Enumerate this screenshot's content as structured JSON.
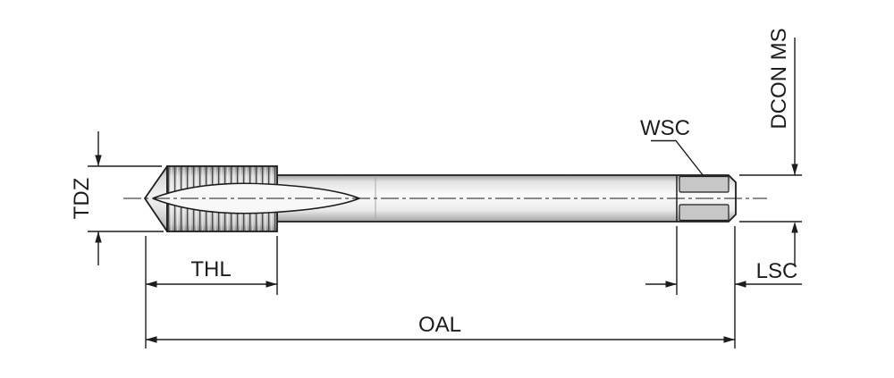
{
  "diagram": {
    "labels": {
      "tdz": "TDZ",
      "thl": "THL",
      "oal": "OAL",
      "wsc": "WSC",
      "dcon_ms": "DCON MS",
      "lsc": "LSC"
    },
    "colors": {
      "line": "#1d1d1b",
      "flat_fill": "#c7c7c7",
      "thread_line": "#4a4a4a",
      "background": "#ffffff"
    }
  }
}
